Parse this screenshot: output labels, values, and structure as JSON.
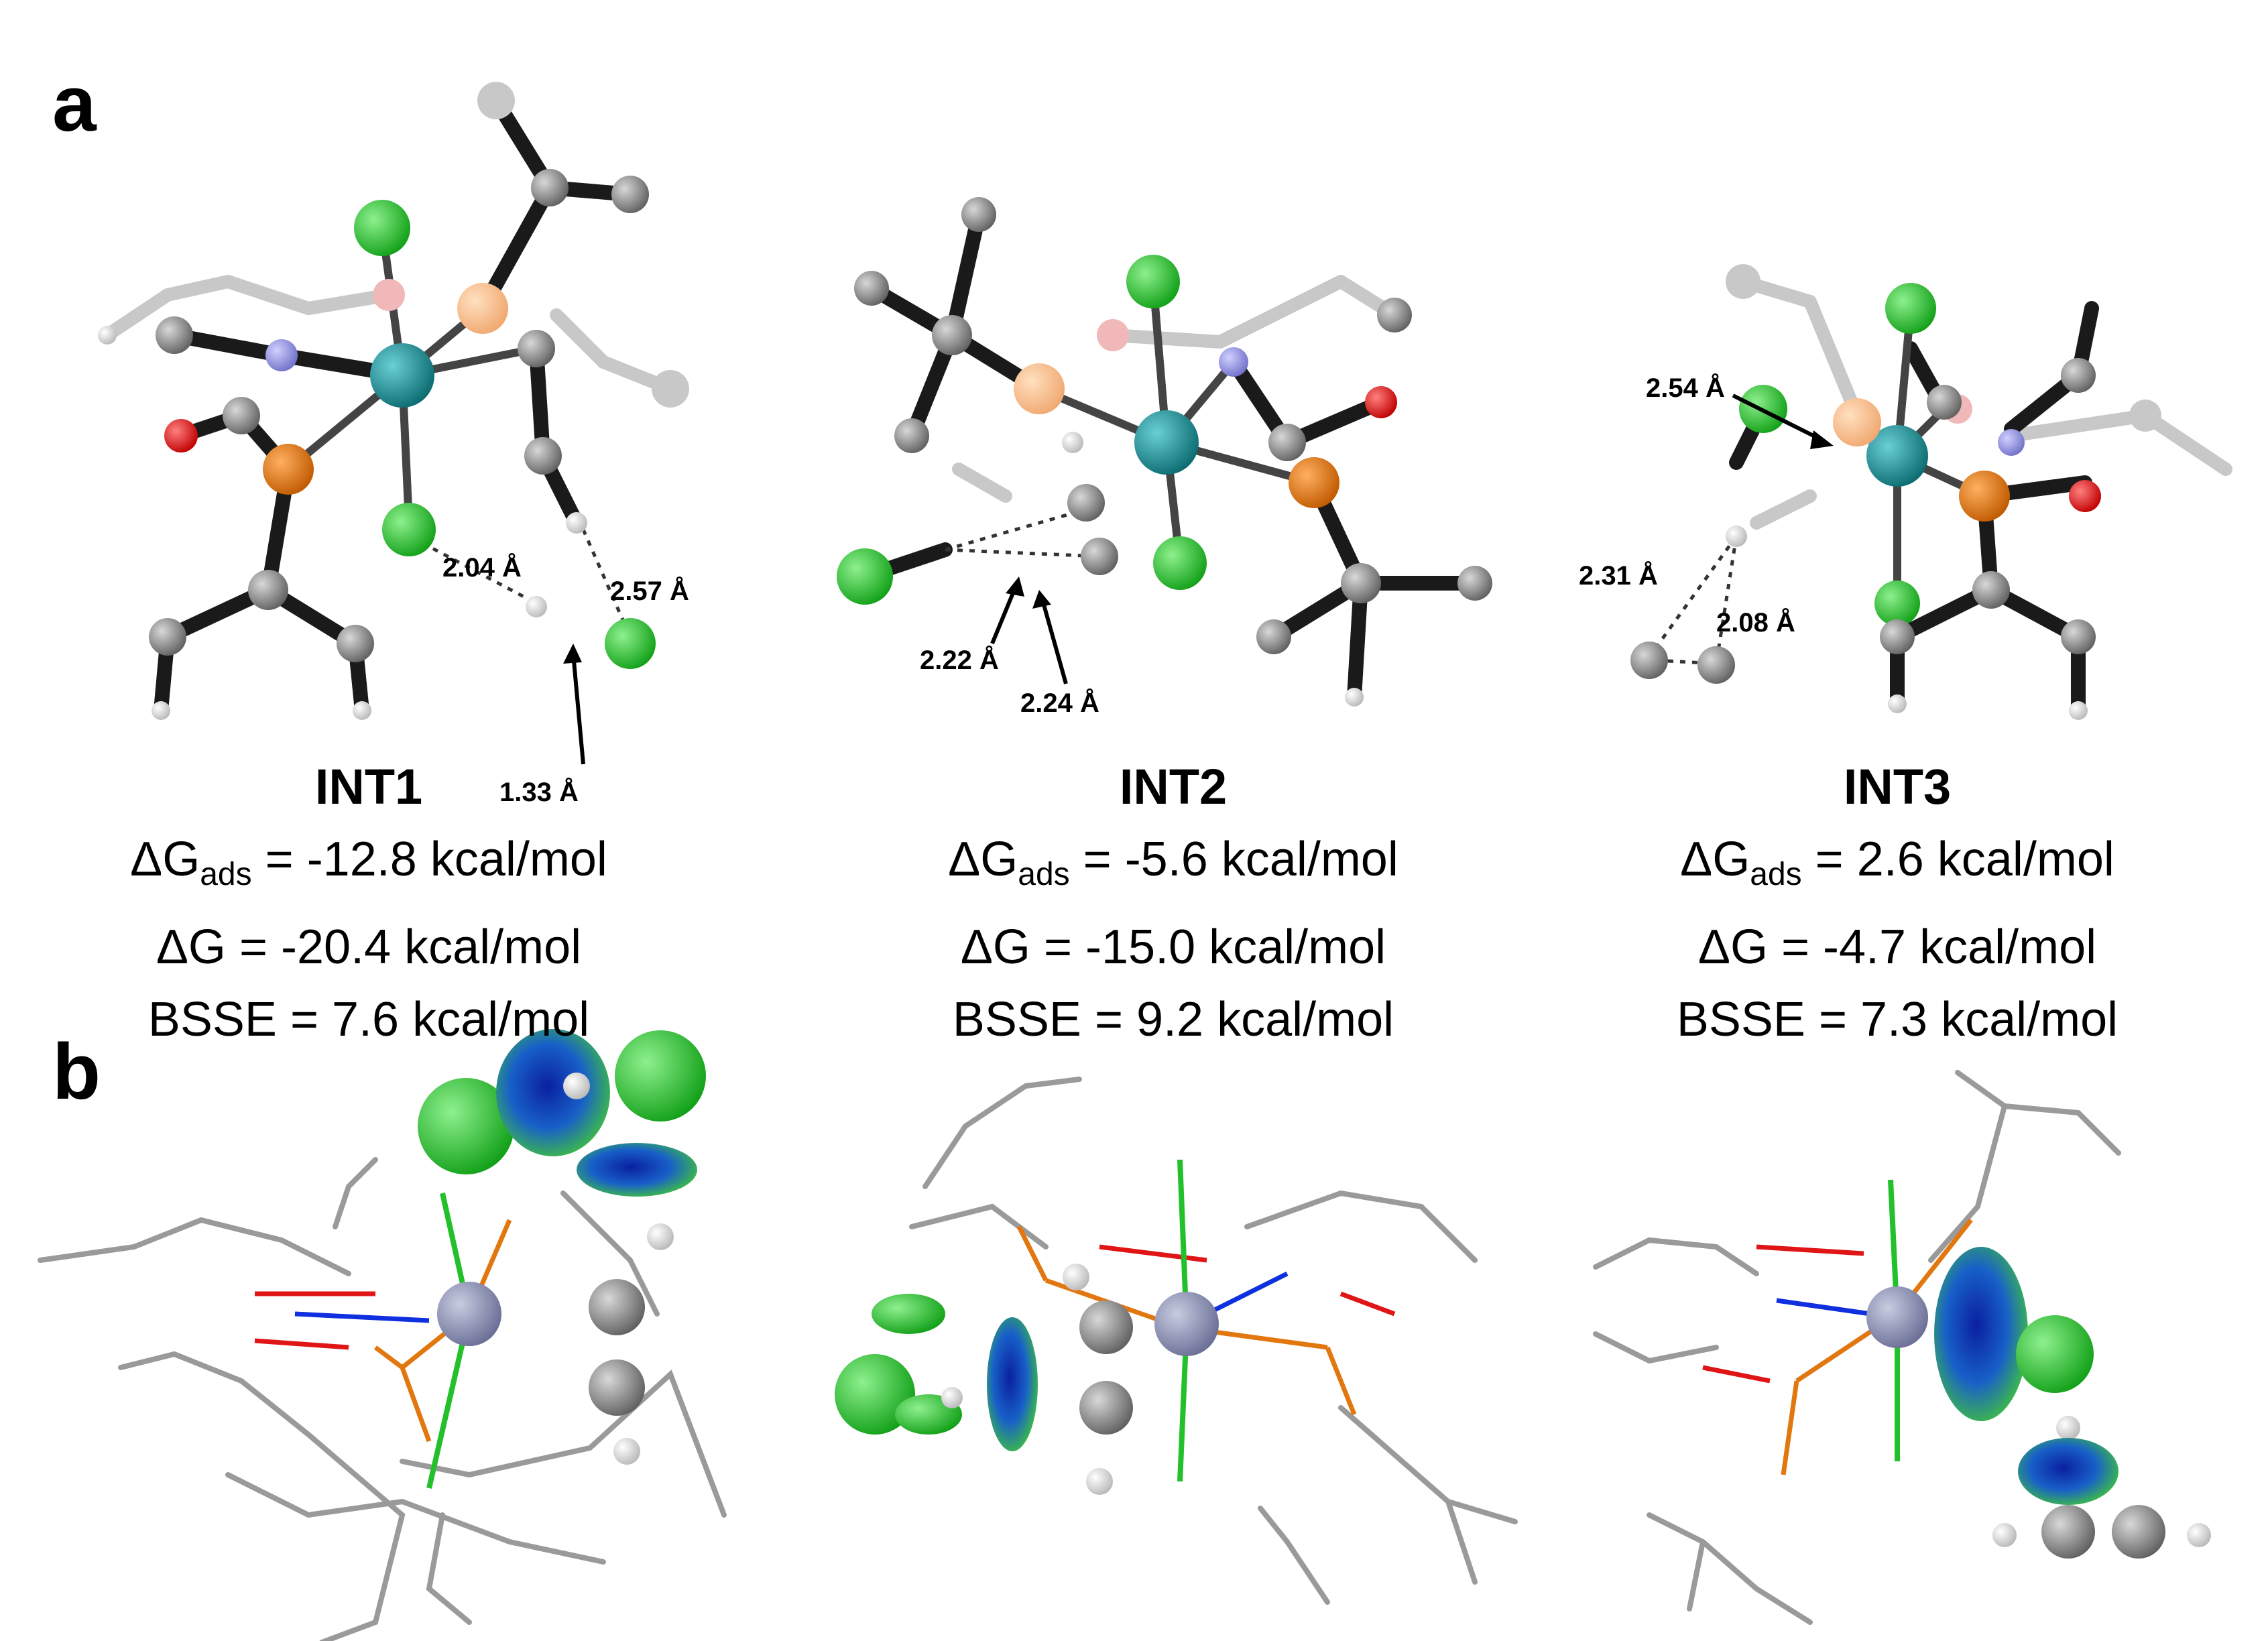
{
  "panels": {
    "a": "a",
    "b": "b"
  },
  "structures": [
    {
      "name": "INT1",
      "dg_ads": "-12.8 kcal/mol",
      "dg": "-20.4 kcal/mol",
      "bsse": "7.6 kcal/mol",
      "distances": [
        "2.04 Å",
        "2.57 Å",
        "1.33 Å"
      ]
    },
    {
      "name": "INT2",
      "dg_ads": "-5.6 kcal/mol",
      "dg": "-15.0 kcal/mol",
      "bsse": "9.2 kcal/mol",
      "distances": [
        "2.22 Å",
        "2.24 Å"
      ]
    },
    {
      "name": "INT3",
      "dg_ads": "2.6 kcal/mol",
      "dg": "-4.7 kcal/mol",
      "bsse": "7.3 kcal/mol",
      "distances": [
        "2.54 Å",
        "2.31 Å",
        "2.08 Å"
      ]
    }
  ],
  "symbols": {
    "delta_g": "ΔG",
    "ads": "ads",
    "bsse": "BSSE",
    "equals": " = "
  },
  "colors": {
    "metal": "#0e7f86",
    "metal_lower": "#7f83a8",
    "chlorine": "#22c02a",
    "carbon": "#8a8a8a",
    "hydrogen": "#e8e8e8",
    "phosphorus": "#e2770f",
    "oxygen": "#e01515",
    "nitrogen": "#8c8ce0",
    "bond": "#1a1a1a",
    "iso_blue": "#1030c0",
    "iso_green": "#30c040"
  }
}
